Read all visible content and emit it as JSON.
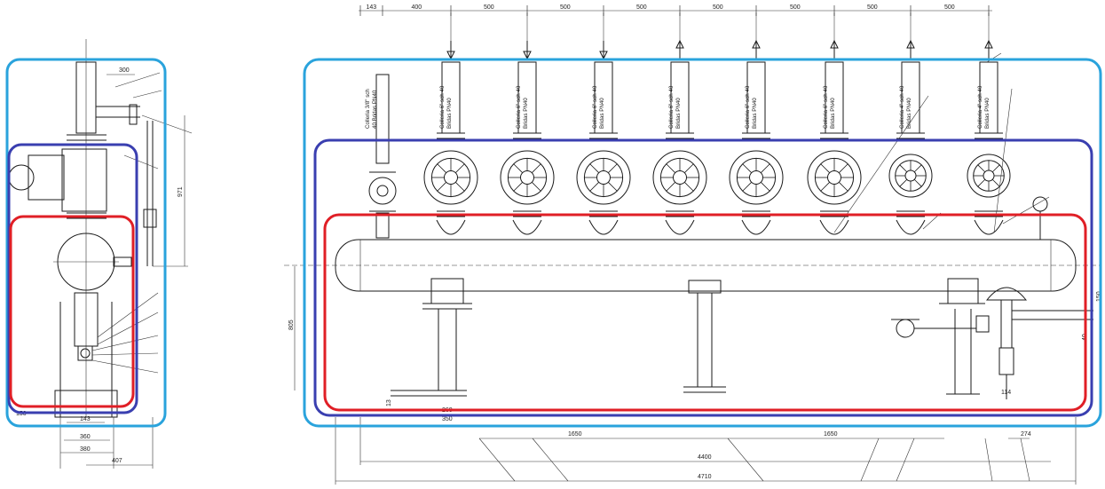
{
  "colors": {
    "outer_frame": "#2aa3dc",
    "middle_frame": "#3a3fb0",
    "inner_frame": "#e01f26",
    "drawing": "#1a1a1a"
  },
  "side_view": {
    "dims": {
      "top_offset": "300",
      "height_right": "971",
      "base_a": "143",
      "base_b": "360",
      "base_c": "380",
      "base_d": "407",
      "left_small": "150"
    }
  },
  "front_view": {
    "top_dims": [
      "143",
      "400",
      "500",
      "500",
      "500",
      "500",
      "500",
      "500",
      "500"
    ],
    "pipe_labels": [
      {
        "line1": "Colleria 3/8\" sch",
        "line2": "40 Bridas PN40"
      },
      {
        "line1": "Colleria 6\" sch 40",
        "line2": "Bridas PN40"
      },
      {
        "line1": "Colleria 6\" sch 40",
        "line2": "Bridas PN40"
      },
      {
        "line1": "Colleria 6\" sch 40",
        "line2": "Bridas PN40"
      },
      {
        "line1": "Colleria 6\" sch 40",
        "line2": "Bridas PN40"
      },
      {
        "line1": "Colleria 6\" sch 40",
        "line2": "Bridas PN40"
      },
      {
        "line1": "Colleria 6\" sch 40",
        "line2": "Bridas PN40"
      },
      {
        "line1": "Colleria 4\" sch 40",
        "line2": "Bridas PN40"
      },
      {
        "line1": "Colleria 4\" sch 40",
        "line2": "Bridas PN40"
      }
    ],
    "dims": {
      "left_height": "805",
      "left_small": "13",
      "span_left": "1650",
      "span_right": "1650",
      "total_inner": "4400",
      "total_outer": "4710",
      "right_small": "274",
      "right_height": "150",
      "foot_a": "260",
      "foot_b": "350",
      "drain_dim": "114",
      "right_side": "40"
    }
  }
}
